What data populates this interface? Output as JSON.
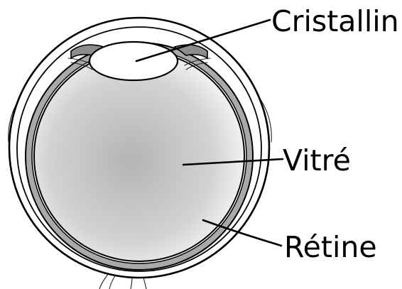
{
  "labels": {
    "lens": "Cristallin",
    "vitreous": "Vitré",
    "retina": "Rétine"
  },
  "colors": {
    "outline": "#000000",
    "sclera": "#ffffff",
    "retina_band": "#a9a9a9",
    "vitreous_center": "#b4b4b4",
    "vitreous_edge": "#f4f4f4",
    "lens_fill": "#ffffff"
  }
}
